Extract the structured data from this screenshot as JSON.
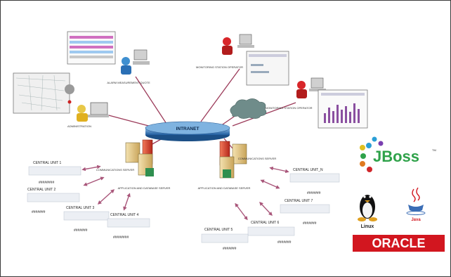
{
  "hub": {
    "label": "INTRANET"
  },
  "nodes": {
    "admin": "ADMINISTRATION",
    "alarm": "ALARM MEASUREMENT QUOTE",
    "mon1": "MONITORING STATION OPERATOR",
    "mon2": "MONITORING STATION OPERATOR",
    "comm_left": "COMMUNICATIONS SERVER",
    "app_left": "APPLICATION AND DATABASE SERVER",
    "app_right": "APPLICATION AND DATABASE SERVER",
    "comm_right": "COMMUNICATIONS SERVER"
  },
  "units_left": [
    {
      "label": "CENTRAL UNIT 1",
      "code": "########"
    },
    {
      "label": "CENTRAL UNIT 2",
      "code": "#######"
    },
    {
      "label": "CENTRAL UNIT 3",
      "code": "#######"
    },
    {
      "label": "CENTRAL UNIT 4",
      "code": "########"
    }
  ],
  "units_right": [
    {
      "label": "CENTRAL UNIT_N",
      "code": "#######"
    },
    {
      "label": "CENTRAL UNIT 7",
      "code": "#######"
    },
    {
      "label": "CENTRAL UNIT 6",
      "code": "#######"
    },
    {
      "label": "CENTRAL UNIT 5",
      "code": "#######"
    }
  ],
  "logos": {
    "jboss": "JBoss",
    "tm": "TM",
    "linux": "Linux",
    "java": "Java",
    "oracle": "ORACLE"
  },
  "colors": {
    "link": "#9c3b5a",
    "hub_fill": "#2f6fb0",
    "hub_top": "#6fa8dc",
    "oracle_red": "#d2161f",
    "cloud": "#6f8c8a"
  }
}
